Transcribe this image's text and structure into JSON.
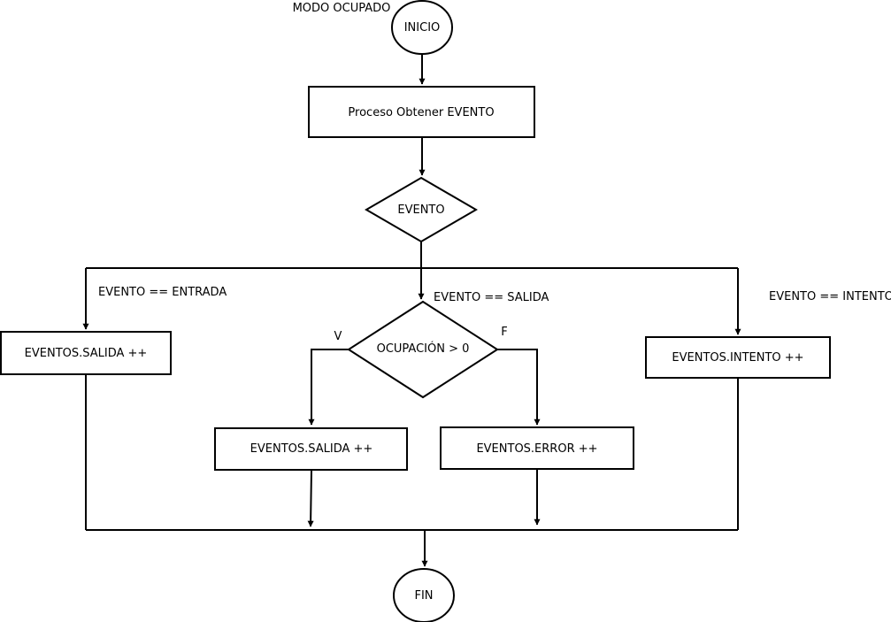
{
  "diagram": {
    "title": "MODO OCUPADO",
    "nodes": {
      "start": "INICIO",
      "get_event": "Proceso Obtener EVENTO",
      "event_decision": "EVENTO",
      "left_action": "EVENTOS.SALIDA ++",
      "occupancy_decision": "OCUPACIÓN > 0",
      "true_action": "EVENTOS.SALIDA ++",
      "false_action": "EVENTOS.ERROR ++",
      "right_action": "EVENTOS.INTENTO ++",
      "end": "FIN"
    },
    "edge_labels": {
      "entry_case": "EVENTO == ENTRADA",
      "exit_case": "EVENTO == SALIDA",
      "attempt_case": "EVENTO == INTENTO",
      "true_branch": "V",
      "false_branch": "F"
    }
  }
}
